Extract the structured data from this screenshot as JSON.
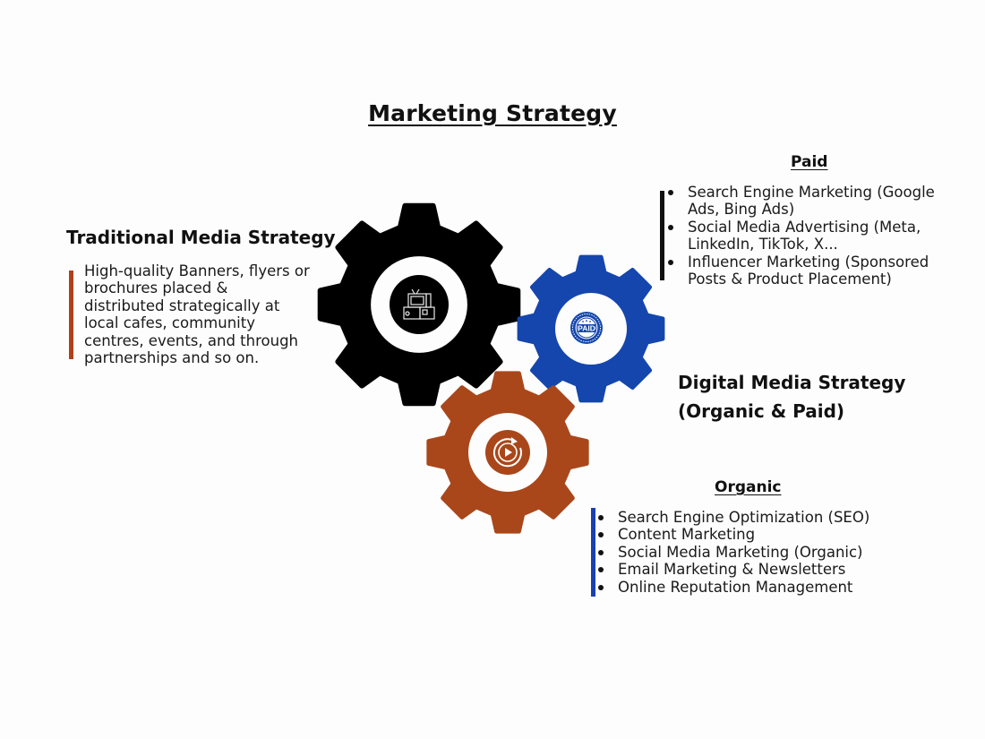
{
  "title": "Marketing Strategy",
  "colors": {
    "traditional_gear": "#000000",
    "paid_gear": "#1446ad",
    "organic_gear": "#a9471b",
    "traditional_bar": "#b1401a",
    "paid_bar": "#111111",
    "organic_bar": "#1a3fae"
  },
  "traditional": {
    "heading": "Traditional Media Strategy",
    "lines": [
      "High-quality Banners, flyers or",
      "brochures placed &",
      "distributed strategically at",
      "local cafes, community",
      "centres, events, and through",
      "partnerships and so on."
    ],
    "icon": "tv-radio-icon"
  },
  "digital": {
    "heading_line1": "Digital Media Strategy",
    "heading_line2": "(Organic & Paid)"
  },
  "paid": {
    "heading": "Paid",
    "icon": "paid-badge-icon",
    "badge_text": "PAID",
    "items": [
      {
        "line1": "Search Engine Marketing (Google",
        "line2": "Ads, Bing Ads)"
      },
      {
        "line1": "Social Media Advertising (Meta,",
        "line2": "LinkedIn, TikTok, X..."
      },
      {
        "line1": "Influencer Marketing (Sponsored",
        "line2": "Posts & Product Placement)"
      }
    ]
  },
  "organic": {
    "heading": "Organic",
    "icon": "replay-play-icon",
    "items": [
      "Search Engine Optimization (SEO)",
      "Content Marketing",
      "Social Media Marketing (Organic)",
      "Email Marketing & Newsletters",
      "Online Reputation Management"
    ]
  }
}
